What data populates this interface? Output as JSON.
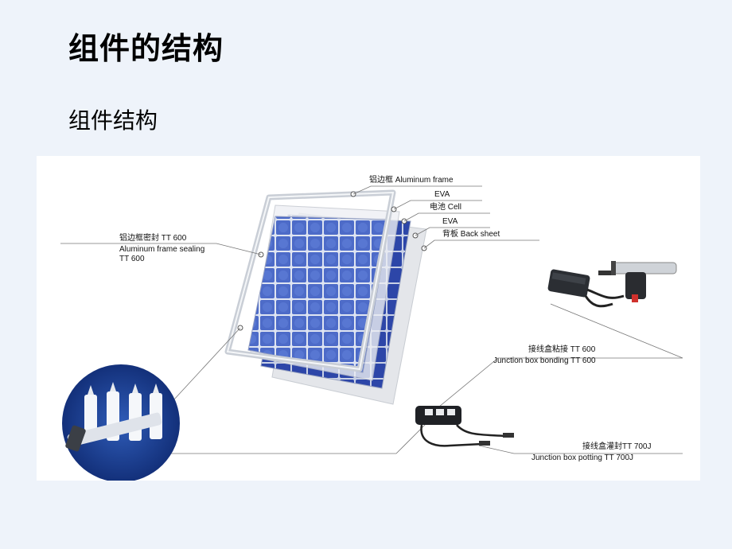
{
  "slide": {
    "title": "组件的结构",
    "subtitle": "组件结构"
  },
  "diagram": {
    "labels": {
      "aluminum_frame": "铝边框  Aluminum frame",
      "eva_top": "EVA",
      "cell": "电池  Cell",
      "eva_bottom": "EVA",
      "back_sheet": "背板  Back sheet",
      "frame_sealing_cn": "铝边框密封  TT 600",
      "frame_sealing_en": "Aluminum frame sealing",
      "frame_sealing_code": "TT 600",
      "jbox_bonding_cn": "接线盒粘接  TT 600",
      "jbox_bonding_en": "Junction box bonding TT 600",
      "jbox_potting_cn": "接线盒灌封TT 700J",
      "jbox_potting_en": "Junction box potting TT 700J"
    },
    "colors": {
      "background": "#eef3fa",
      "panel": "#ffffff",
      "cell_blue": "#4a67c4",
      "cell_dark": "#2a3f9a",
      "frame_silver": "#d8dce2",
      "leader_line": "#666666",
      "tube_circle": "#1b3f8f"
    }
  }
}
